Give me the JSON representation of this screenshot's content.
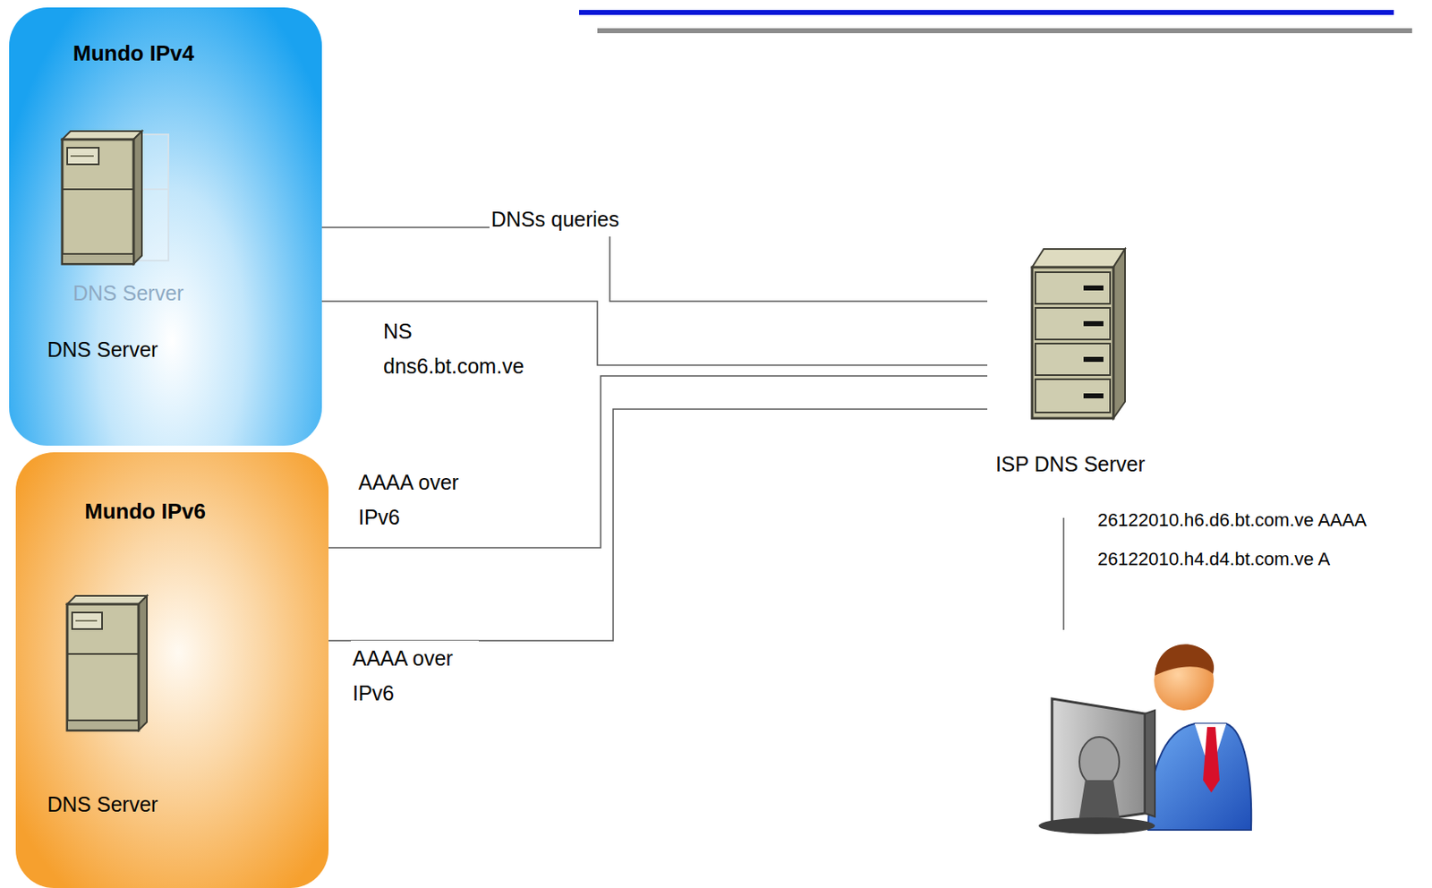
{
  "diagram": {
    "nodes": [
      {
        "text": [
          "Mundo IPv4"
        ]
      },
      {
        "text": [
          "DNS Server",
          "DNS Server"
        ],
        "in": 0
      },
      {
        "text": [
          "Mundo IPv6"
        ]
      },
      {
        "text": [
          "DNS Server"
        ],
        "in": 2
      },
      {
        "text": [
          "ISP DNS Server"
        ]
      }
    ],
    "edges": [
      {
        "from": 0,
        "to": 4,
        "arrow": "none",
        "label": "DNSs queries"
      },
      {
        "from": 0,
        "to": 4,
        "arrow": "none",
        "label": "NS dns6.bt.com.ve"
      },
      {
        "from": 2,
        "to": 4,
        "arrow": "none",
        "label": "AAAA over IPv6"
      },
      {
        "from": 2,
        "to": 4,
        "arrow": "none",
        "label": "AAAA over IPv6"
      }
    ],
    "labels": [
      "26122010.h6.d6.bt.com.ve AAAA",
      "26122010.h4.d4.bt.com.ve A"
    ]
  }
}
